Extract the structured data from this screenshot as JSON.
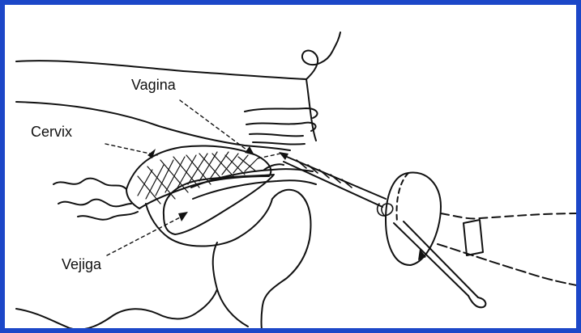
{
  "labels": {
    "vagina": "Vagina",
    "cervix": "Cervix",
    "vejiga": "Vejiga"
  },
  "colors": {
    "frame": "#1c47c8",
    "ink": "#111111",
    "background": "#ffffff"
  }
}
